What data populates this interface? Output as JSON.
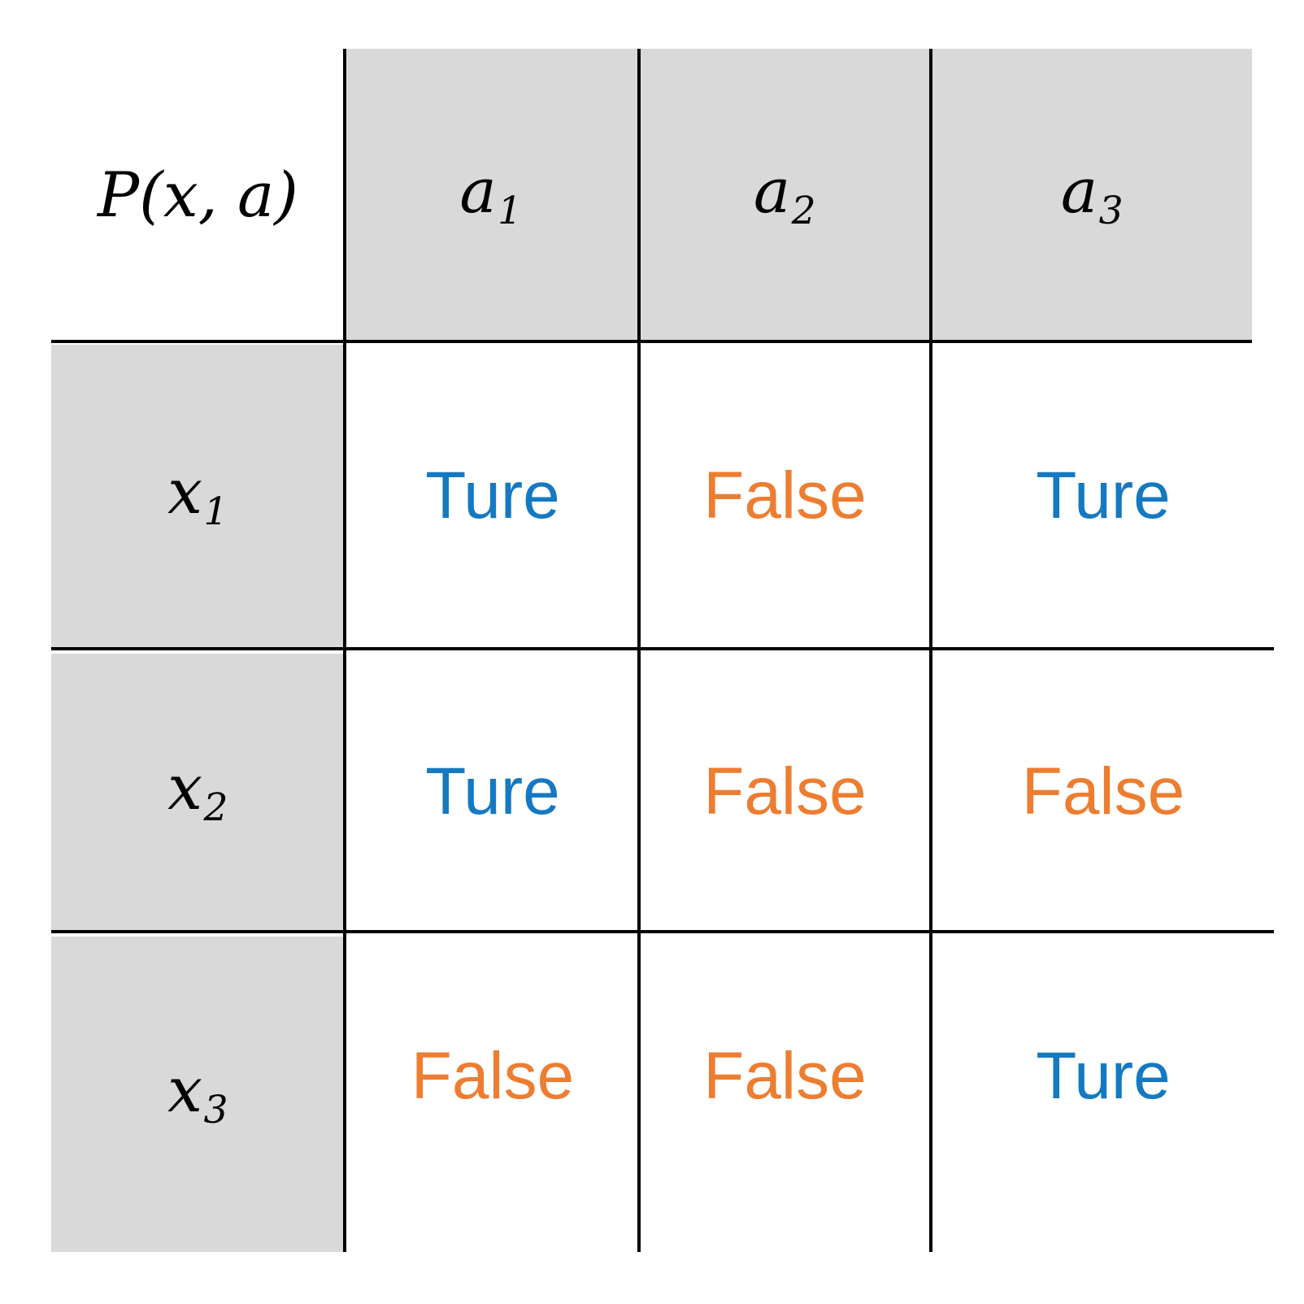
{
  "table": {
    "corner_label": "P(x, a)",
    "column_headers": [
      {
        "base": "a",
        "sub": "1"
      },
      {
        "base": "a",
        "sub": "2"
      },
      {
        "base": "a",
        "sub": "3"
      }
    ],
    "row_headers": [
      {
        "base": "x",
        "sub": "1"
      },
      {
        "base": "x",
        "sub": "2"
      },
      {
        "base": "x",
        "sub": "3"
      }
    ],
    "rows": [
      {
        "cells": [
          "Ture",
          "False",
          "Ture"
        ]
      },
      {
        "cells": [
          "Ture",
          "False",
          "False"
        ]
      },
      {
        "cells": [
          "False",
          "False",
          "Ture"
        ]
      }
    ]
  },
  "colors": {
    "true_color": "#1579c2",
    "false_color": "#ed7d31",
    "header_fill": "#d9d9d9",
    "cell_fill": "#ffffff",
    "rule_color": "#000000"
  }
}
